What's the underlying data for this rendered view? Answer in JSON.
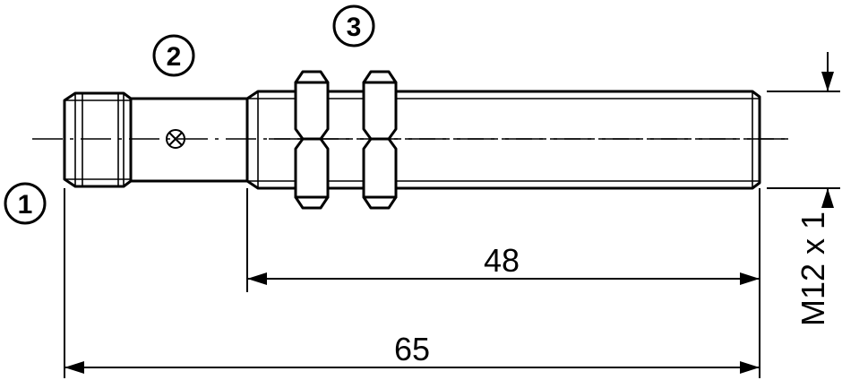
{
  "callouts": [
    {
      "label": "1"
    },
    {
      "label": "2"
    },
    {
      "label": "3"
    }
  ],
  "dimensions": {
    "overall_length": "65",
    "thread_length": "48",
    "thread_spec": "M12 x 1"
  }
}
